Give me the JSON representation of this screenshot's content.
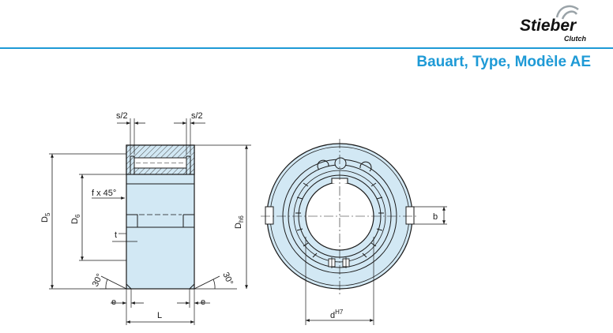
{
  "header": {
    "brand": "Stieber",
    "brand_sub": "Clutch",
    "title": "Bauart, Type, Modèle AE",
    "accent_color": "#1e9ad6",
    "part_fill_color": "#d2e8f4"
  },
  "side_view": {
    "labels": {
      "s_half_left": "s/2",
      "s_half_right": "s/2",
      "chamfer": "f x 45°",
      "D5": "D",
      "D5_sub": "5",
      "D6": "D",
      "D6_sub": "6",
      "t": "t",
      "angle_left": "30°",
      "angle_right": "30°",
      "e_left": "e",
      "e_right": "e",
      "L": "L",
      "Dh6": "D",
      "Dh6_sub": "h6"
    }
  },
  "front_view": {
    "labels": {
      "b": "b",
      "d": "d",
      "d_sup": "H7"
    }
  }
}
